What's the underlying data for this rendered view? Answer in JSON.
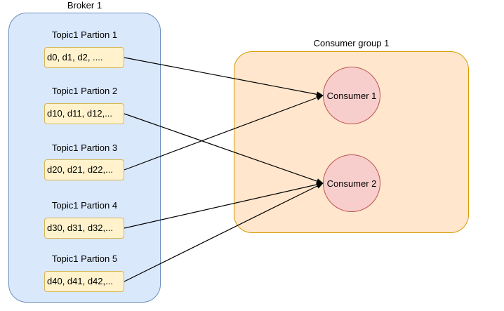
{
  "broker": {
    "title": "Broker 1",
    "partitions": [
      {
        "title": "Topic1 Partion 1",
        "data": "d0, d1, d2, ...."
      },
      {
        "title": "Topic1 Partion 2",
        "data": "d10, d11, d12,..."
      },
      {
        "title": "Topic1 Partion 3",
        "data": "d20, d21, d22,..."
      },
      {
        "title": "Topic1 Partion 4",
        "data": "d30, d31, d32,..."
      },
      {
        "title": "Topic1 Partion 5",
        "data": "d40, d41, d42,..."
      }
    ]
  },
  "consumer_group": {
    "title": "Consumer group 1",
    "consumers": [
      {
        "label": "Consumer 1"
      },
      {
        "label": "Consumer 2"
      }
    ]
  },
  "colors": {
    "broker_fill": "#dae8fc",
    "broker_stroke": "#6c8ebf",
    "group_fill": "#ffe6cc",
    "group_stroke": "#d79b00",
    "partition_fill": "#fff2cc",
    "partition_stroke": "#d6b656",
    "consumer_fill": "#f8cecc",
    "consumer_stroke": "#b85450"
  },
  "edges": [
    {
      "from": "partition-1",
      "to": "consumer-1"
    },
    {
      "from": "partition-2",
      "to": "consumer-2"
    },
    {
      "from": "partition-3",
      "to": "consumer-1"
    },
    {
      "from": "partition-4",
      "to": "consumer-2"
    },
    {
      "from": "partition-5",
      "to": "consumer-2"
    }
  ]
}
